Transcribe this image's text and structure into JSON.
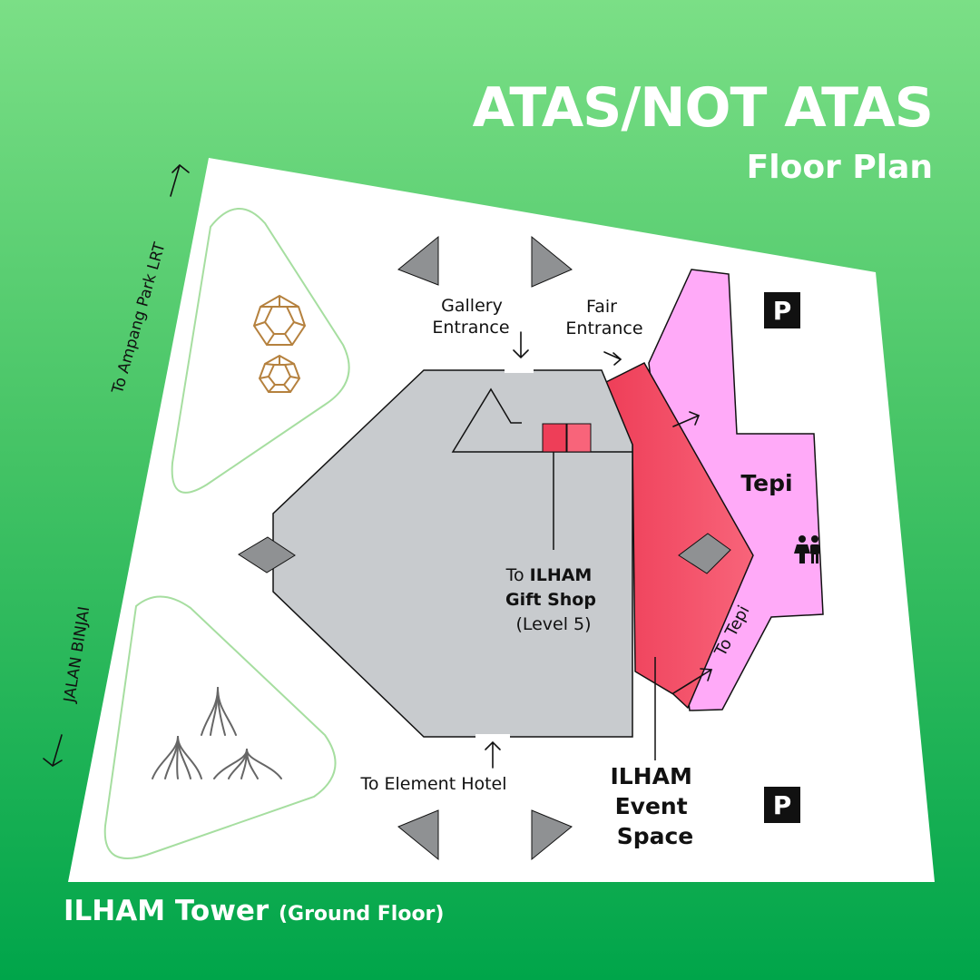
{
  "title": "ATAS/NOT ATAS",
  "subtitle": "Floor Plan",
  "footer": {
    "building": "ILHAM Tower",
    "floor": "(Ground Floor)"
  },
  "labels": {
    "gallery_entrance": [
      "Gallery",
      "Entrance"
    ],
    "fair_entrance": [
      "Fair",
      "Entrance"
    ],
    "gift_shop": [
      "To ",
      "ILHAM",
      "Gift Shop",
      "(Level 5)"
    ],
    "element_hotel": "To Element Hotel",
    "event_space": [
      "ILHAM",
      "Event",
      "Space"
    ],
    "tepi": "Tepi",
    "to_tepi": "To Tepi",
    "ampang_lrt": "To Ampang Park LRT",
    "jalan_binjai": "JALAN BINJAI",
    "parking": "P"
  },
  "icons": [
    "parking-icon",
    "restroom-icon",
    "sculpture-icon",
    "tree-icon",
    "arrow-icon"
  ],
  "colors": {
    "gallery": "#c8cbce",
    "event_space": "#f4566c",
    "tepi": "#ffaaf8",
    "sculpture": "#b5813e",
    "garden_outline": "#a6dea0",
    "triangle": "#8f9193"
  }
}
